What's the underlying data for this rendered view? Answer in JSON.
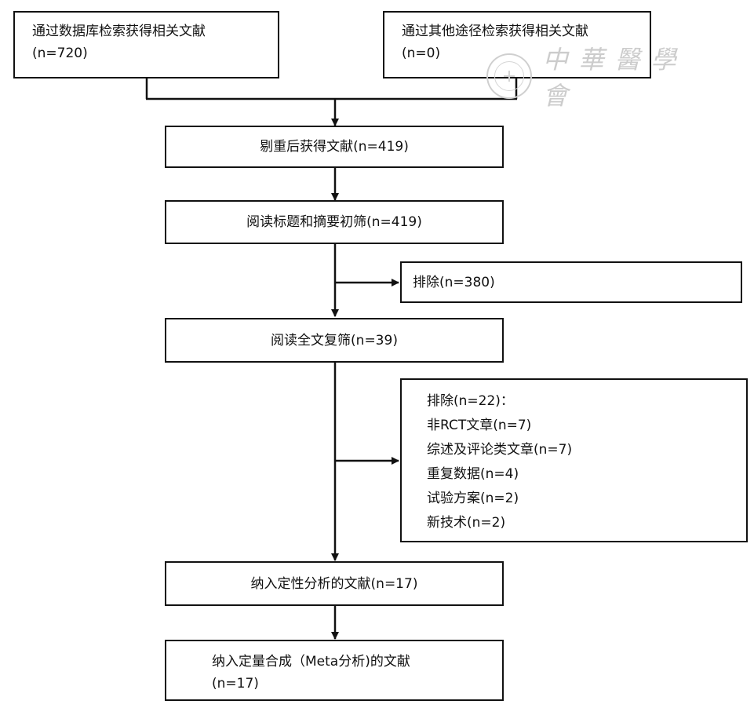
{
  "boxes": {
    "database_search": {
      "line1": "通过数据库检索获得相关文献",
      "line2": "(n=720)"
    },
    "other_search": {
      "line1": "通过其他途径检索获得相关文献",
      "line2": "(n=0)"
    },
    "after_dedup": {
      "label": "剔重后获得文献(n=419)"
    },
    "title_abstract": {
      "label": "阅读标题和摘要初筛(n=419)"
    },
    "excluded_1": {
      "label": "排除(n=380)"
    },
    "fulltext": {
      "label": "阅读全文复筛(n=39)"
    },
    "excluded_2": {
      "items": [
        "排除(n=22)：",
        "非RCT文章(n=7)",
        "综述及评论类文章(n=7)",
        "重复数据(n=4)",
        "试验方案(n=2)",
        "新技术(n=2)"
      ]
    },
    "qualitative": {
      "label": "纳入定性分析的文献(n=17)"
    },
    "quantitative": {
      "line1": "纳入定量合成（Meta分析)的文献",
      "line2": "(n=17)"
    }
  },
  "watermark": {
    "text": "中華醫學會"
  }
}
